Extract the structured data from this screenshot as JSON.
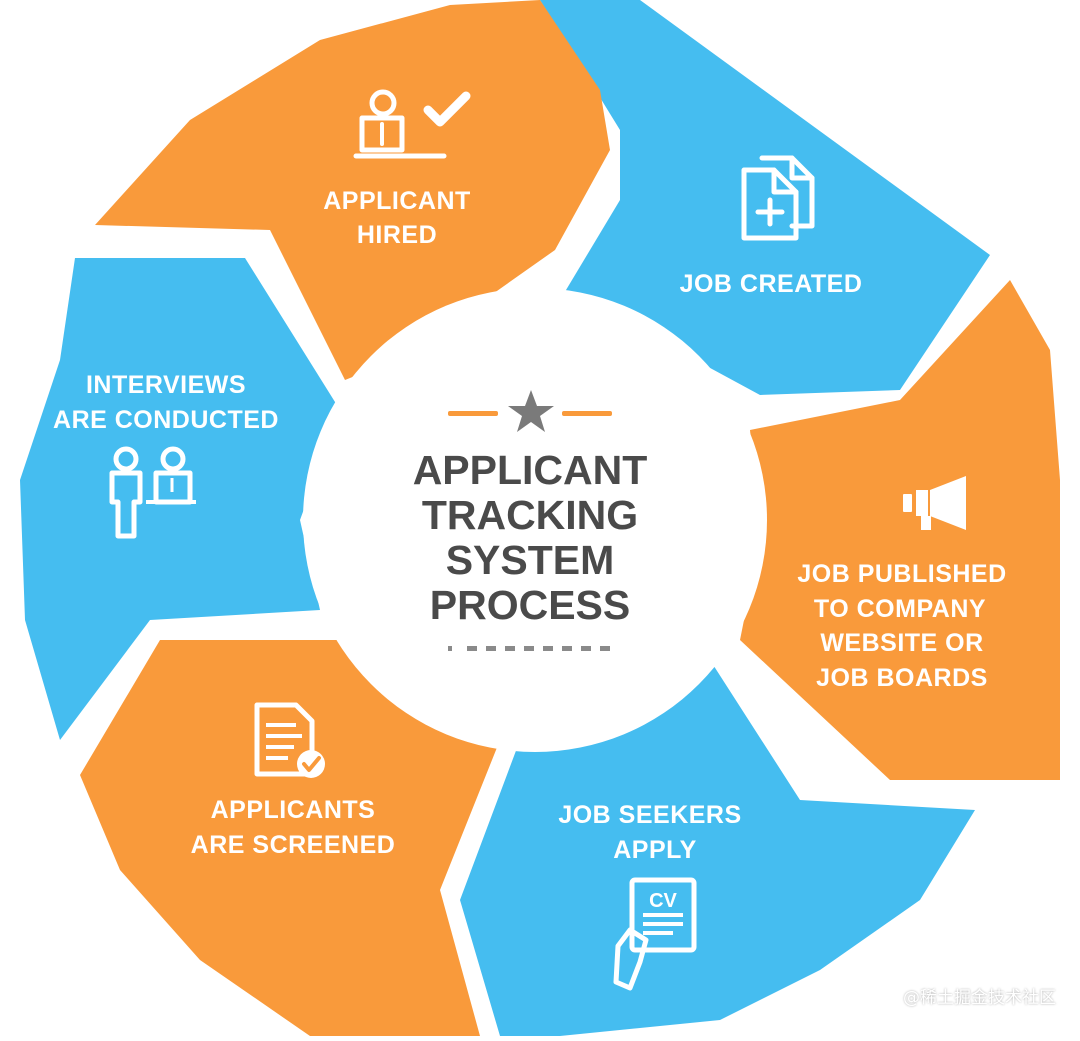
{
  "center": {
    "title_lines": [
      "APPLICANT",
      "TRACKING",
      "SYSTEM",
      "PROCESS"
    ]
  },
  "steps": [
    {
      "id": "job-created",
      "label_lines": [
        "JOB CREATED"
      ],
      "icon": "document-add-icon",
      "color": "#45bdf0"
    },
    {
      "id": "job-published",
      "label_lines": [
        "JOB PUBLISHED",
        "TO COMPANY",
        "WEBSITE OR",
        "JOB BOARDS"
      ],
      "icon": "megaphone-icon",
      "color": "#f99a3b"
    },
    {
      "id": "job-seekers-apply",
      "label_lines": [
        "JOB SEEKERS",
        "APPLY"
      ],
      "icon": "cv-hand-icon",
      "color": "#45bdf0"
    },
    {
      "id": "applicants-screened",
      "label_lines": [
        "APPLICANTS",
        "ARE SCREENED"
      ],
      "icon": "document-check-icon",
      "color": "#f99a3b"
    },
    {
      "id": "interviews-conducted",
      "label_lines": [
        "INTERVIEWS",
        "ARE CONDUCTED"
      ],
      "icon": "interview-people-icon",
      "color": "#45bdf0"
    },
    {
      "id": "applicant-hired",
      "label_lines": [
        "APPLICANT",
        "HIRED"
      ],
      "icon": "hired-person-check-icon",
      "color": "#f99a3b"
    }
  ],
  "icons": {
    "cv_text": "CV"
  },
  "colors": {
    "blue": "#45bdf0",
    "orange": "#f99a3b",
    "title": "#4a4a4a",
    "star": "#7a7a7a",
    "dots": "#8a8a8a"
  },
  "watermark": "@稀土掘金技术社区"
}
